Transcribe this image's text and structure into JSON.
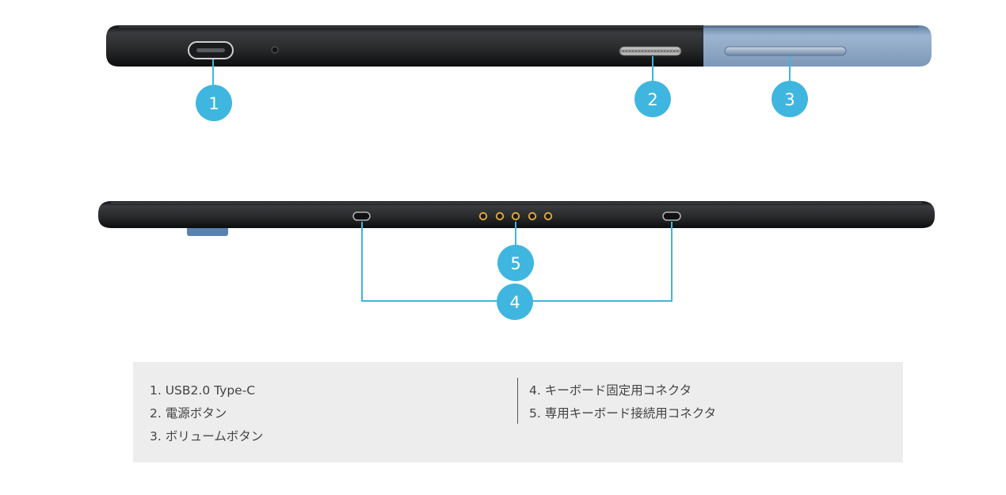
{
  "colors": {
    "accent": "#3fb6e0",
    "body_dark": "#2b2c2e",
    "cover_blue": "#8fa9c7",
    "legend_background": "#ededed"
  },
  "top_view": {
    "markers": [
      {
        "number": "1",
        "component": "usb-c-port"
      },
      {
        "number": "2",
        "component": "power-button"
      },
      {
        "number": "3",
        "component": "volume-button"
      }
    ]
  },
  "bottom_view": {
    "markers": [
      {
        "number": "5",
        "component": "keyboard-pogo-pins"
      },
      {
        "number": "4",
        "component": "keyboard-fixing-connectors"
      }
    ]
  },
  "legend": {
    "left_items": [
      "1. USB2.0 Type-C",
      "2. 電源ボタン",
      "3. ボリュームボタン"
    ],
    "right_items": [
      "4. キーボード固定用コネクタ",
      "5. 専用キーボード接続用コネクタ"
    ]
  }
}
